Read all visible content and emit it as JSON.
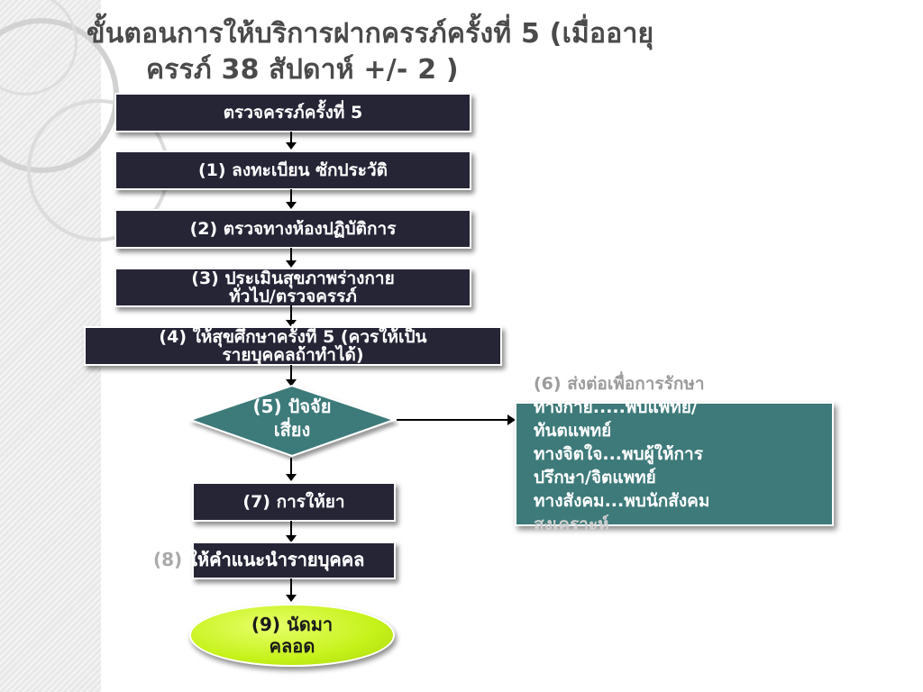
{
  "title": {
    "line1": "ขั้นตอนการให้บริการฝากครรภ์ครั้งที่ 5 (เมื่ออายุ",
    "line2": "ครรภ์ 38 สัปดาห์ +/- 2 )"
  },
  "flow": {
    "step_start": "ตรวจครรภ์ครั้งที่ 5",
    "step1": "(1) ลงทะเบียน ซักประวัติ",
    "step2": "(2) ตรวจทางห้องปฏิบัติการ",
    "step3": [
      "(3) ประเมินสุขภาพร่างกาย",
      "ทั่วไป/ตรวจครรภ์"
    ],
    "step4": [
      "(4)  ให้สุขศึกษาครั้งที่ 5 (ควรให้เป็น",
      "รายบุคคลถ้าทำได้)"
    ],
    "step5": [
      "(5) ปัจจัย",
      "เสี่ยง"
    ],
    "step6": {
      "heading": "(6) ส่งต่อเพื่อการรักษา",
      "lines": [
        "ทางกาย.....พบแพทย์/",
        "ทันตแพทย์",
        "ทางจิตใจ...พบผู้ให้การ",
        "ปรึกษา/จิตแพทย์",
        "ทางสังคม...พบนักสังคม",
        "สงเคราะห์"
      ]
    },
    "step7": "(7) การให้ยา",
    "step8": "(8) ให้คำแนะนำรายบุคคล",
    "step9": [
      "(9) นัดมา",
      "คลอด"
    ]
  },
  "colors": {
    "box": "#252536",
    "diamond": "#3e7a7a",
    "referral_box": "#3e7a7a",
    "end_oval": "#c6f21a",
    "title": "#4a4a4a"
  }
}
